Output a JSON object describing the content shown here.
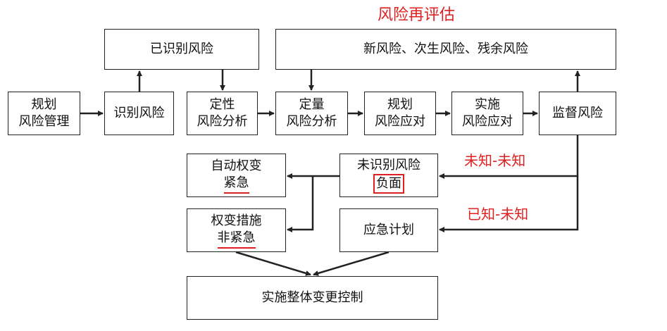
{
  "title_reassess": "风险再评估",
  "boxes": {
    "identified_risks": "已识别风险",
    "new_risks": "新风险、次生风险、残余风险",
    "plan": {
      "line1": "规划",
      "line2": "风险管理"
    },
    "identify": "识别风险",
    "qualitative": {
      "line1": "定性",
      "line2": "风险分析"
    },
    "quantitative": {
      "line1": "定量",
      "line2": "风险分析"
    },
    "plan_response": {
      "line1": "规划",
      "line2": "风险应对"
    },
    "implement_response": {
      "line1": "实施",
      "line2": "风险应对"
    },
    "monitor": "监督风险",
    "auto_workaround": {
      "line1": "自动权变",
      "line2": "紧急"
    },
    "unidentified": {
      "line1": "未识别风险",
      "line2": "负面"
    },
    "workaround": {
      "line1": "权变措施",
      "line2": "非紧急"
    },
    "contingency": "应急计划",
    "integrated_change": "实施整体变更控制"
  },
  "labels": {
    "unknown_unknown": "未知-未知",
    "known_unknown": "已知-未知"
  },
  "colors": {
    "highlight": "#e02020",
    "stroke": "#222222"
  }
}
